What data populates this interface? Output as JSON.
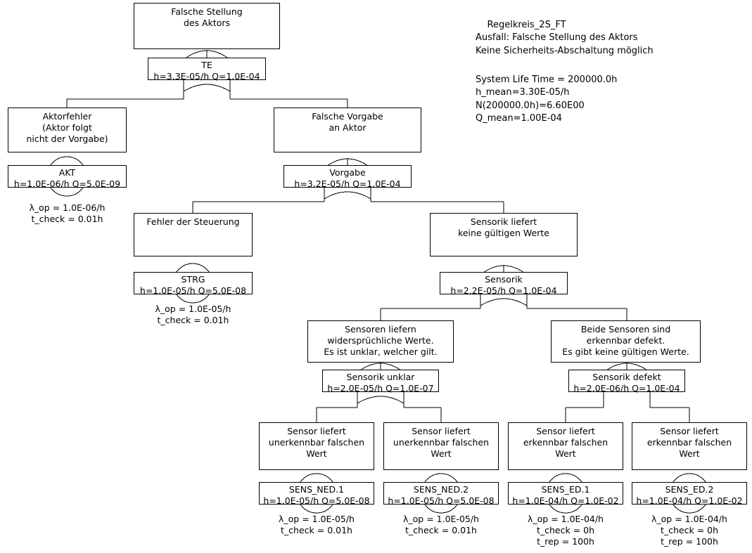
{
  "header": {
    "lines_block1": [
      "Regelkreis_2S_FT",
      "Ausfall: Falsche Stellung des Aktors",
      "Keine Sicherheits-Abschaltung möglich"
    ],
    "lines_block2": [
      "System Life Time = 200000.0h",
      "h_mean=3.30E-05/h",
      "N(200000.0h)=6.60E00",
      "Q_mean=1.00E-04"
    ]
  },
  "colors": {
    "stroke": "#000000",
    "fill": "#ffffff",
    "text": "#000000"
  },
  "nodes": {
    "top_event": {
      "text": "Falsche Stellung\ndes Aktors"
    },
    "aktorfehler": {
      "text": "Aktorfehler\n(Aktor folgt\nnicht der Vorgabe)"
    },
    "falsche_vorgabe": {
      "text": "Falsche Vorgabe\nan Aktor"
    },
    "fehler_steuerung": {
      "text": "Fehler der Steuerung"
    },
    "sensorik_keine": {
      "text": "Sensorik liefert\nkeine gültigen Werte"
    },
    "sensoren_widerspruch": {
      "text": "Sensoren liefern\nwidersprüchliche Werte.\nEs ist unklar, welcher gilt."
    },
    "beide_defekt": {
      "text": "Beide Sensoren sind\nerkennbar defekt.\nEs gibt keine gültigen Werte."
    },
    "ned1_desc": {
      "text": "Sensor liefert\nunerkennbar falschen\nWert"
    },
    "ned2_desc": {
      "text": "Sensor liefert\nunerkennbar falschen\nWert"
    },
    "ed1_desc": {
      "text": "Sensor liefert\nerkennbar falschen\nWert"
    },
    "ed2_desc": {
      "text": "Sensor liefert\nerkennbar falschen\nWert"
    }
  },
  "gates": {
    "te": {
      "name": "TE",
      "values": "h=3.3E-05/h Q=1.0E-04"
    },
    "akt": {
      "name": "AKT",
      "values": "h=1.0E-06/h Q=5.0E-09"
    },
    "vorgabe": {
      "name": "Vorgabe",
      "values": "h=3.2E-05/h Q=1.0E-04"
    },
    "strg": {
      "name": "STRG",
      "values": "h=1.0E-05/h Q=5.0E-08"
    },
    "sensorik": {
      "name": "Sensorik",
      "values": "h=2.2E-05/h Q=1.0E-04"
    },
    "sensorik_unklar": {
      "name": "Sensorik unklar",
      "values": "h=2.0E-05/h Q=1.0E-07"
    },
    "sensorik_defekt": {
      "name": "Sensorik defekt",
      "values": "h=2.0E-06/h Q=1.0E-04"
    },
    "sens_ned_1": {
      "name": "SENS_NED.1",
      "values": "h=1.0E-05/h Q=5.0E-08"
    },
    "sens_ned_2": {
      "name": "SENS_NED.2",
      "values": "h=1.0E-05/h Q=5.0E-08"
    },
    "sens_ed_1": {
      "name": "SENS_ED.1",
      "values": "h=1.0E-04/h Q=1.0E-02"
    },
    "sens_ed_2": {
      "name": "SENS_ED.2",
      "values": "h=1.0E-04/h Q=1.0E-02"
    }
  },
  "annotations": {
    "akt": "λ_op = 1.0E-06/h\nt_check = 0.01h",
    "strg": "λ_op = 1.0E-05/h\nt_check = 0.01h",
    "sens_ned_1": "λ_op = 1.0E-05/h\nt_check = 0.01h",
    "sens_ned_2": "λ_op = 1.0E-05/h\nt_check = 0.01h",
    "sens_ed_1": "λ_op = 1.0E-04/h\nt_check = 0h\nt_rep = 100h",
    "sens_ed_2": "λ_op = 1.0E-04/h\nt_check = 0h\nt_rep = 100h"
  }
}
